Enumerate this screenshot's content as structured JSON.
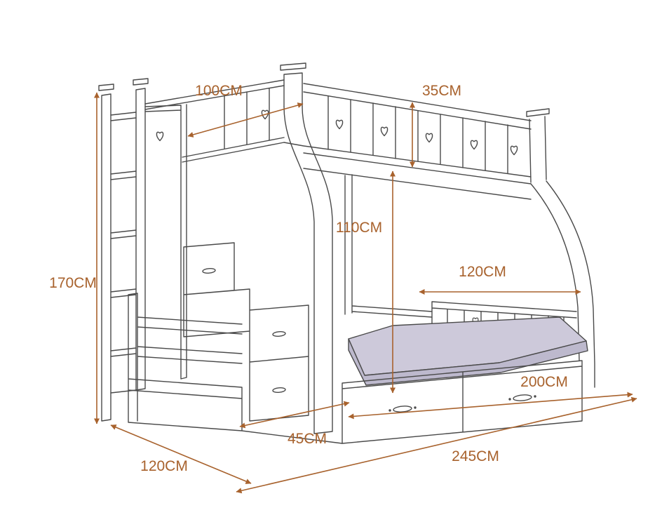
{
  "diagram": {
    "subject": "bunk-bed-with-stairs-and-drawers-dimension-drawing",
    "line_color": "#4a4a4a",
    "dimension_color": "#a8622d",
    "mattress_fill": "#cdc9da",
    "dimensions": {
      "total_height": "170CM",
      "head_rail": "100CM",
      "guard_height": "35CM",
      "clearance": "110CM",
      "inner_length": "120CM",
      "stair_depth": "45CM",
      "drawer_length": "200CM",
      "total_length": "245CM",
      "bed_width": "120CM"
    }
  }
}
